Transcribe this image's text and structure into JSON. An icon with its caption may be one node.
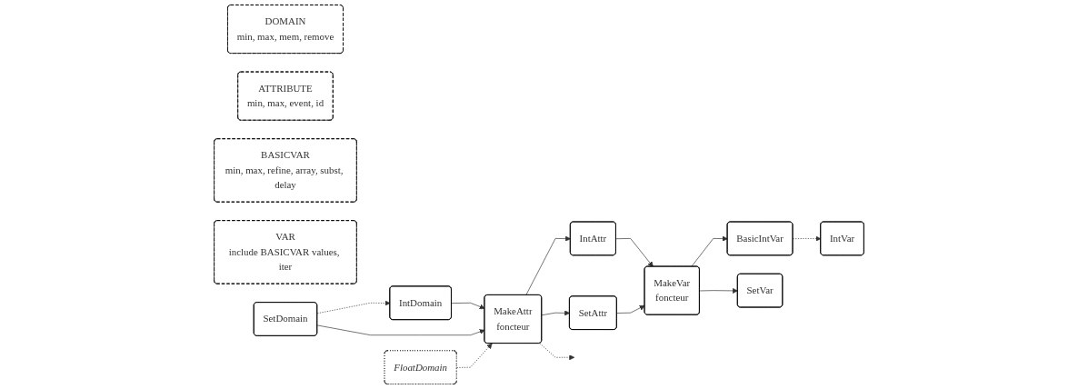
{
  "diagram": {
    "nodes": [
      {
        "text": [
          "DOMAIN",
          "min, max, mem, remove"
        ]
      },
      {
        "text": [
          "ATTRIBUTE",
          "min, max, event, id"
        ]
      },
      {
        "text": [
          "BASICVAR",
          "min, max, refine, array, subst, delay"
        ]
      },
      {
        "text": [
          "VAR",
          "include BASICVAR values, iter"
        ]
      },
      {
        "text": [
          "IntDomain"
        ]
      },
      {
        "text": [
          "MakeAttr",
          "foncteur"
        ]
      },
      {
        "text": [
          "IntAttr"
        ]
      },
      {
        "text": [
          "MakeVar",
          "foncteur"
        ]
      },
      {
        "text": [
          "BasicIntVar"
        ]
      },
      {
        "text": [
          "IntVar"
        ]
      },
      {
        "text": [
          "SetDomain"
        ]
      },
      {
        "text": [
          "SetAttr"
        ]
      },
      {
        "text": [
          "SetVar"
        ]
      },
      {
        "text": [
          "FloatDomain"
        ]
      }
    ],
    "edges": [
      {
        "from": 4,
        "to": 5,
        "arrow": "to"
      },
      {
        "from": 5,
        "to": 6,
        "arrow": "to"
      },
      {
        "from": 6,
        "to": 7,
        "arrow": "to"
      },
      {
        "from": 7,
        "to": 8,
        "arrow": "to"
      },
      {
        "from": 8,
        "to": 9,
        "arrow": "to",
        "style": "dashed"
      },
      {
        "from": 10,
        "to": 4,
        "arrow": "to",
        "style": "dashed"
      },
      {
        "from": 10,
        "to": 5,
        "arrow": "to"
      },
      {
        "from": 5,
        "to": 11,
        "arrow": "to"
      },
      {
        "from": 11,
        "to": 7,
        "arrow": "to"
      },
      {
        "from": 7,
        "to": 12,
        "arrow": "to"
      },
      {
        "from": 13,
        "to": 5,
        "arrow": "to",
        "style": "dashed"
      },
      {
        "from": 5,
        "to": null,
        "arrow": "to",
        "style": "dashed"
      }
    ]
  }
}
